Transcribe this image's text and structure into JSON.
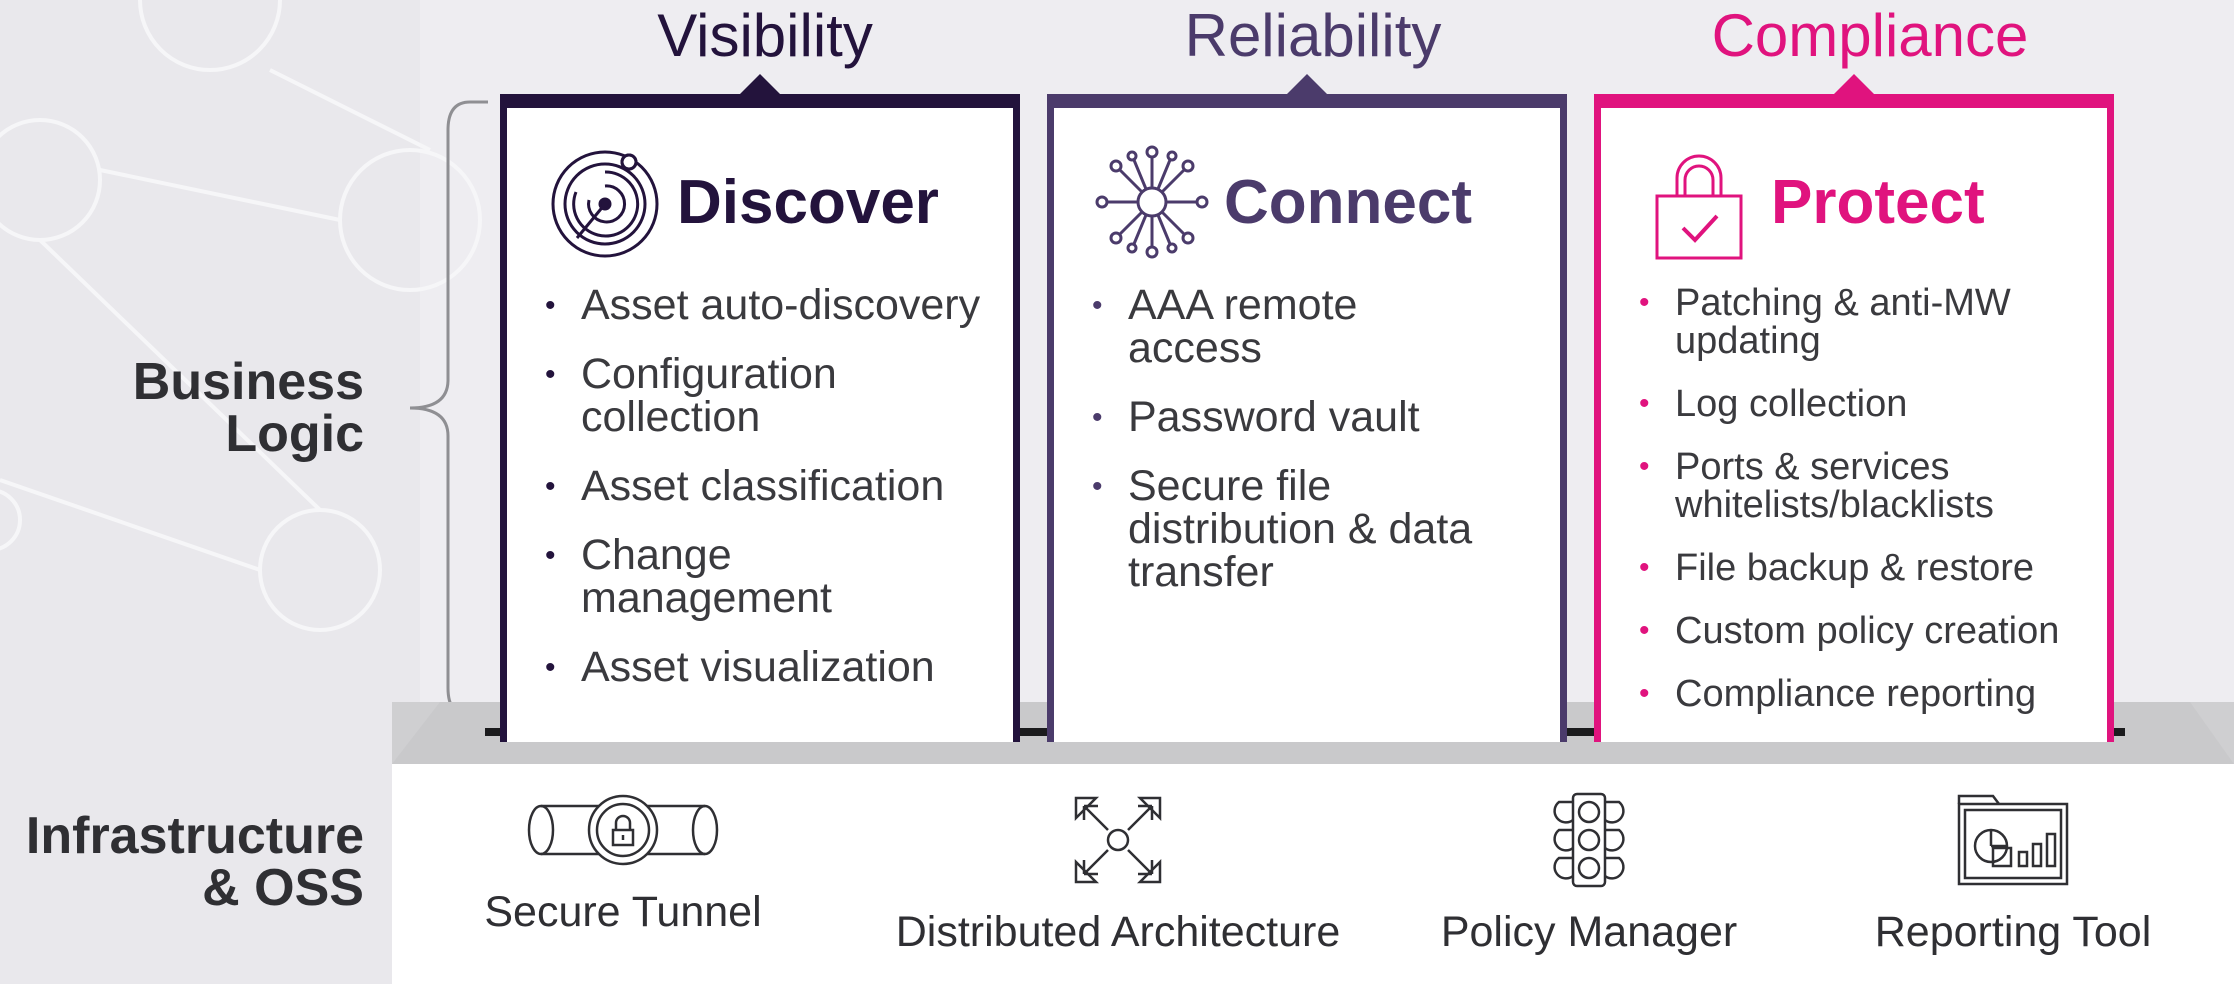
{
  "colors": {
    "visibility": "#23133c",
    "reliability": "#4b3b6b",
    "compliance": "#e0137e",
    "text": "#2f2f33",
    "background": "#e9e8ec"
  },
  "headings": {
    "visibility": "Visibility",
    "reliability": "Reliability",
    "compliance": "Compliance"
  },
  "side_labels": {
    "business_line1": "Business",
    "business_line2": "Logic",
    "infra_line1": "Infrastructure",
    "infra_line2": "& OSS"
  },
  "cards": {
    "discover": {
      "title": "Discover",
      "icon": "radar-icon",
      "items": [
        {
          "line1": "Asset auto-discovery",
          "line2": ""
        },
        {
          "line1": "Configuration",
          "line2": "collection"
        },
        {
          "line1": "Asset classification",
          "line2": ""
        },
        {
          "line1": "Change",
          "line2": "management"
        },
        {
          "line1": "Asset visualization",
          "line2": ""
        }
      ]
    },
    "connect": {
      "title": "Connect",
      "icon": "network-hub-icon",
      "items": [
        {
          "line1": "AAA remote",
          "line2": "access",
          "line3": ""
        },
        {
          "line1": "Password vault",
          "line2": "",
          "line3": ""
        },
        {
          "line1": "Secure file",
          "line2": "distribution & data",
          "line3": "transfer"
        }
      ]
    },
    "protect": {
      "title": "Protect",
      "icon": "padlock-check-icon",
      "items": [
        {
          "line1": "Patching & anti-MW",
          "line2": "updating"
        },
        {
          "line1": "Log collection",
          "line2": ""
        },
        {
          "line1": "Ports & services",
          "line2": "whitelists/blacklists"
        },
        {
          "line1": "File backup & restore",
          "line2": ""
        },
        {
          "line1": "Custom policy creation",
          "line2": ""
        },
        {
          "line1": "Compliance reporting",
          "line2": ""
        }
      ]
    }
  },
  "tools": [
    {
      "label": "Secure Tunnel",
      "icon": "secure-tunnel-icon"
    },
    {
      "label": "Distributed Architecture",
      "icon": "distributed-arrows-icon"
    },
    {
      "label": "Policy Manager",
      "icon": "traffic-light-icon"
    },
    {
      "label": "Reporting Tool",
      "icon": "report-dashboard-icon"
    }
  ]
}
